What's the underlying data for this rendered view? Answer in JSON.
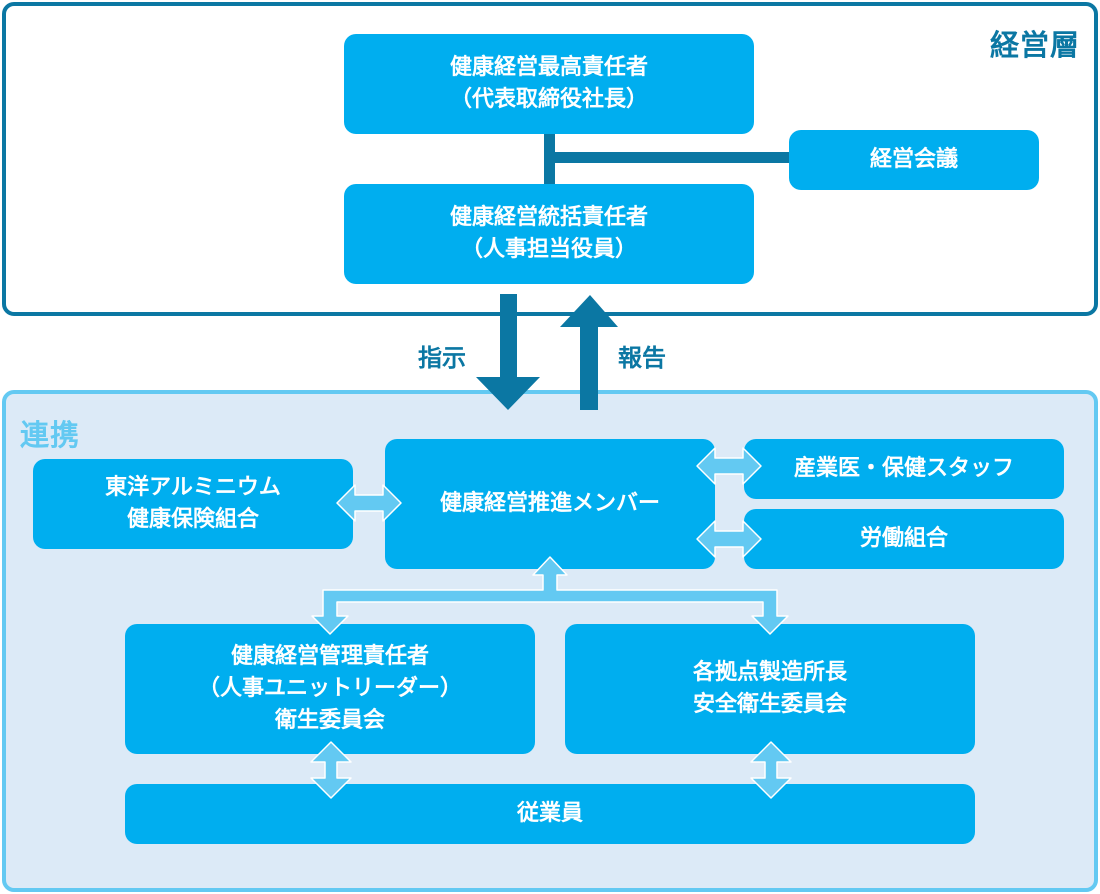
{
  "colors": {
    "management_border": "#0b77a3",
    "collaboration_border": "#63c9f2",
    "collaboration_background": "#dceaf7",
    "box_fill": "#00aeef",
    "box_text": "#ffffff",
    "dark_arrow": "#0b77a3",
    "light_arrow": "#63c9f2"
  },
  "management_layer": {
    "title": "経営層",
    "chief_officer": "健康経営最高責任者\n（代表取締役社長）",
    "general_officer": "健康経営統括責任者\n（人事担当役員）",
    "management_meeting": "経営会議"
  },
  "flows": {
    "instruction": "指示",
    "report": "報告"
  },
  "collaboration": {
    "title": "連携",
    "health_insurance": "東洋アルミニウム\n健康保険組合",
    "promotion_members": "健康経営推進メンバー",
    "industrial_physician": "産業医・保健スタッフ",
    "labor_union": "労働組合",
    "management_officer": "健康経営管理責任者\n（人事ユニットリーダー）\n衛生委員会",
    "plant_managers": "各拠点製造所長\n安全衛生委員会",
    "employees": "従業員"
  }
}
